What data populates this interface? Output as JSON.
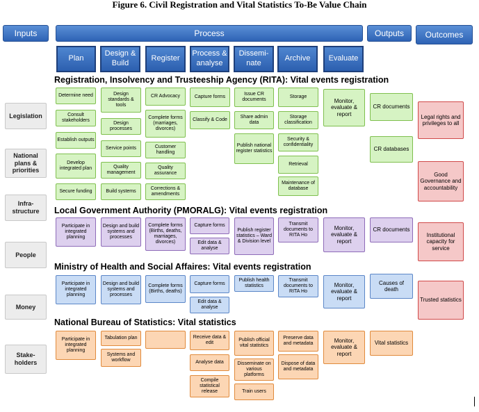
{
  "title": "Figure 6.  Civil Registration and Vital Statistics To-Be Value Chain",
  "headers": {
    "inputs": "Inputs",
    "process": "Process",
    "outputs": "Outputs",
    "outcomes": "Outcomes"
  },
  "subheaders": [
    "Plan",
    "Design & Build",
    "Register",
    "Process & analyse",
    "Dissemi-nate",
    "Archive",
    "Evaluate"
  ],
  "inputs": [
    "Legislation",
    "National plans & priorities",
    "Infra-structure",
    "People",
    "Money",
    "Stake-holders"
  ],
  "sections": {
    "rita": "Registration, Insolvency and Trusteeship Agency (RITA): Vital events registration",
    "lga": "Local Government Authority (PMORALG): Vital events registration",
    "moh": "Ministry of Health and Social Affaires: Vital events registration",
    "nbs": "National Bureau of Statistics: Vital statistics"
  },
  "rita": {
    "plan": [
      "Determine need",
      "Consult stakeholders",
      "Establish outputs",
      "Develop integrated plan",
      "Secure funding"
    ],
    "design": [
      "Design standards & tools",
      "Design processes",
      "Service points",
      "Quality management",
      "Build systems"
    ],
    "register": [
      "CR Advocacy",
      "Complete forms (marriages, divorces)",
      "Customer handling",
      "Quality assurance",
      "Corrections & amendments"
    ],
    "process": [
      "Capture forms",
      "Classify & Code"
    ],
    "disseminate": [
      "Issue CR documents",
      "Share admin data",
      "Publish national register statistics"
    ],
    "archive": [
      "Storage",
      "Storage classification",
      "Security & confidentiality",
      "Retrieval",
      "Maintenance of database"
    ],
    "evaluate": "Monitor, evaluate & report",
    "outputs": [
      "CR documents",
      "CR databases"
    ]
  },
  "outcomes": [
    "Legal rights and privileges to all",
    "Good Governance and accountability",
    "Institutional capacity for service",
    "Trusted statistics"
  ],
  "lga": {
    "plan": "Participate in integrated planning",
    "design": "Design and build systems and processes",
    "register": "Complete forms (Births, deaths, marriages, divorces)",
    "process": [
      "Capture forms",
      "Edit data & analyse"
    ],
    "disseminate": "Publish register statistics – Ward & Division level",
    "archive": "Transmit documents to RITA Ho",
    "evaluate": "Monitor, evaluate & report",
    "output": "CR documents"
  },
  "moh": {
    "plan": "Participate in integrated planning",
    "design": "Design and build systems and processes",
    "register": "Complete forms (Births, deaths)",
    "process": [
      "Capture forms",
      "Edit data & analyse"
    ],
    "disseminate": "Publish health statistics",
    "archive": "Transmit documents to RITA Ho",
    "evaluate": "Monitor, evaluate & report",
    "output": "Causes of death"
  },
  "nbs": {
    "plan": "Participate in integrated planning",
    "design": [
      "Tabulation plan",
      "Systems and workflow"
    ],
    "register": "",
    "process": [
      "Receive data & edit",
      "Analyse data",
      "Compile statistical release"
    ],
    "disseminate": [
      "Publish official vital statistics",
      "Disseminate on various platforms",
      "Train users"
    ],
    "archive": [
      "Preserve data and metadata",
      "Dispose of data and metadata"
    ],
    "evaluate": "Monitor, evaluate & report",
    "output": "Vital statistics"
  }
}
